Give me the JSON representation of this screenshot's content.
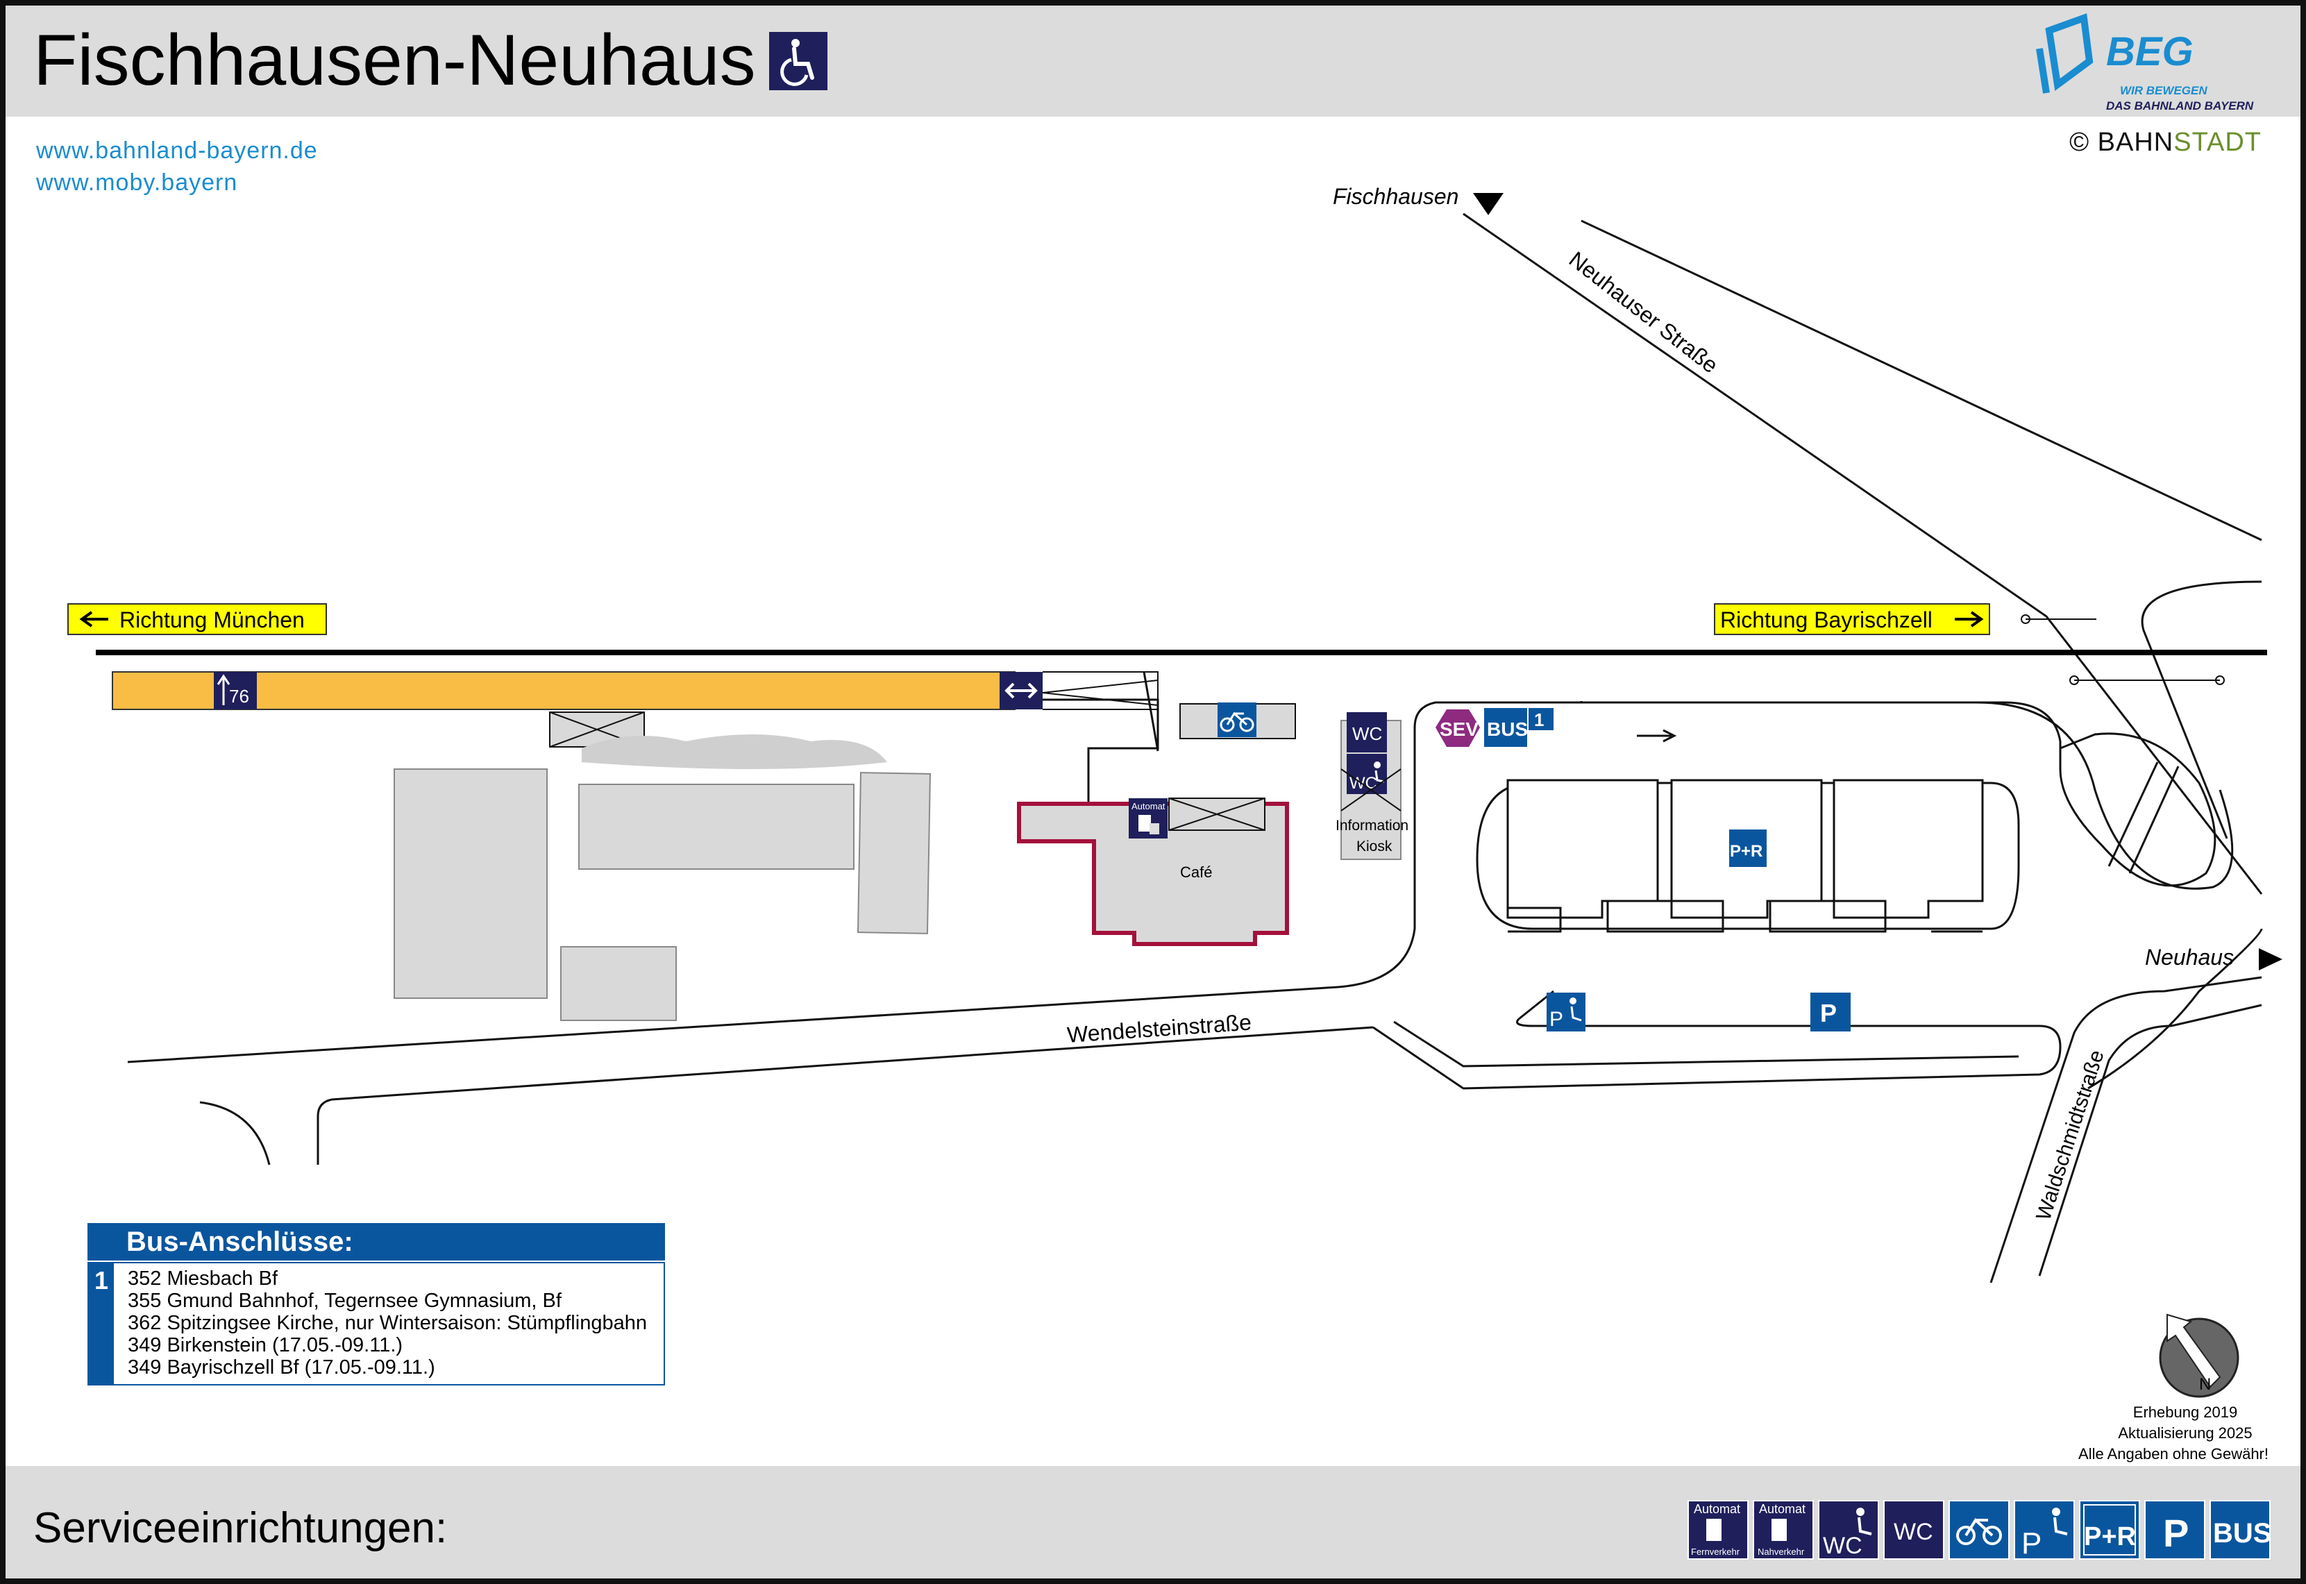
{
  "header": {
    "title": "Fischhausen-Neuhaus",
    "logo": {
      "name": "BEG",
      "tagline_1": "WIR BEWEGEN",
      "tagline_2": "DAS BAHNLAND BAYERN"
    }
  },
  "links": [
    "www.bahnland-bayern.de",
    "www.moby.bayern"
  ],
  "copyright": {
    "symbol": "©",
    "brand_part1": "BAHN",
    "brand_part2": "STADT"
  },
  "directions": {
    "west": "Richtung München",
    "east": "Richtung Bayrischzell",
    "north": "Fischhausen",
    "south_east": "Neuhaus"
  },
  "streets": {
    "neuhauser": "Neuhauser Straße",
    "wendelstein": "Wendelsteinstraße",
    "waldschmidt": "Waldschmidtstraße"
  },
  "platform": {
    "length_label": "76"
  },
  "facilities": {
    "cafe": "Café",
    "info_line1": "Information",
    "info_line2": "Kiosk",
    "wc": "WC",
    "sev": "SEV",
    "bus": "BUS",
    "bus_stop_number": "1",
    "park_ride": "P+R",
    "parking": "P",
    "automat": "Automat"
  },
  "bus_connections": {
    "heading": "Bus-Anschlüsse:",
    "stop": "1",
    "lines": [
      "352 Miesbach Bf",
      "355 Gmund Bahnhof, Tegernsee Gymnasium, Bf",
      "362 Spitzingsee Kirche, nur Wintersaison: Stümpflingbahn",
      "349 Birkenstein (17.05.-09.11.)",
      "349 Bayrischzell Bf (17.05.-09.11.)"
    ]
  },
  "survey": {
    "line1": "Erhebung 2019",
    "line2": "Aktualisierung 2025",
    "line3": "Alle Angaben ohne Gewähr!",
    "north": "N"
  },
  "footer": {
    "title": "Serviceeinrichtungen:",
    "legend": {
      "automat": "Automat",
      "fernverkehr": "Fernverkehr",
      "nahverkehr": "Nahverkehr",
      "wc": "WC",
      "park_ride": "P+R",
      "parking": "P",
      "bus": "BUS"
    }
  },
  "colors": {
    "navy": "#1f1f5c",
    "blue": "#0a569e",
    "platform": "#f9bd45",
    "sign_yellow": "#ffff00",
    "sev": "#8e2a80",
    "cafe_outline": "#a4103b",
    "building_gray": "#d9d9d9",
    "link_blue": "#1a8cd0"
  },
  "icons": [
    "wheelchair-icon",
    "bicycle-icon",
    "ticket-machine-icon",
    "arrow-left-icon",
    "arrow-right-icon",
    "arrow-up-icon",
    "double-arrow-icon",
    "north-arrow-icon"
  ]
}
